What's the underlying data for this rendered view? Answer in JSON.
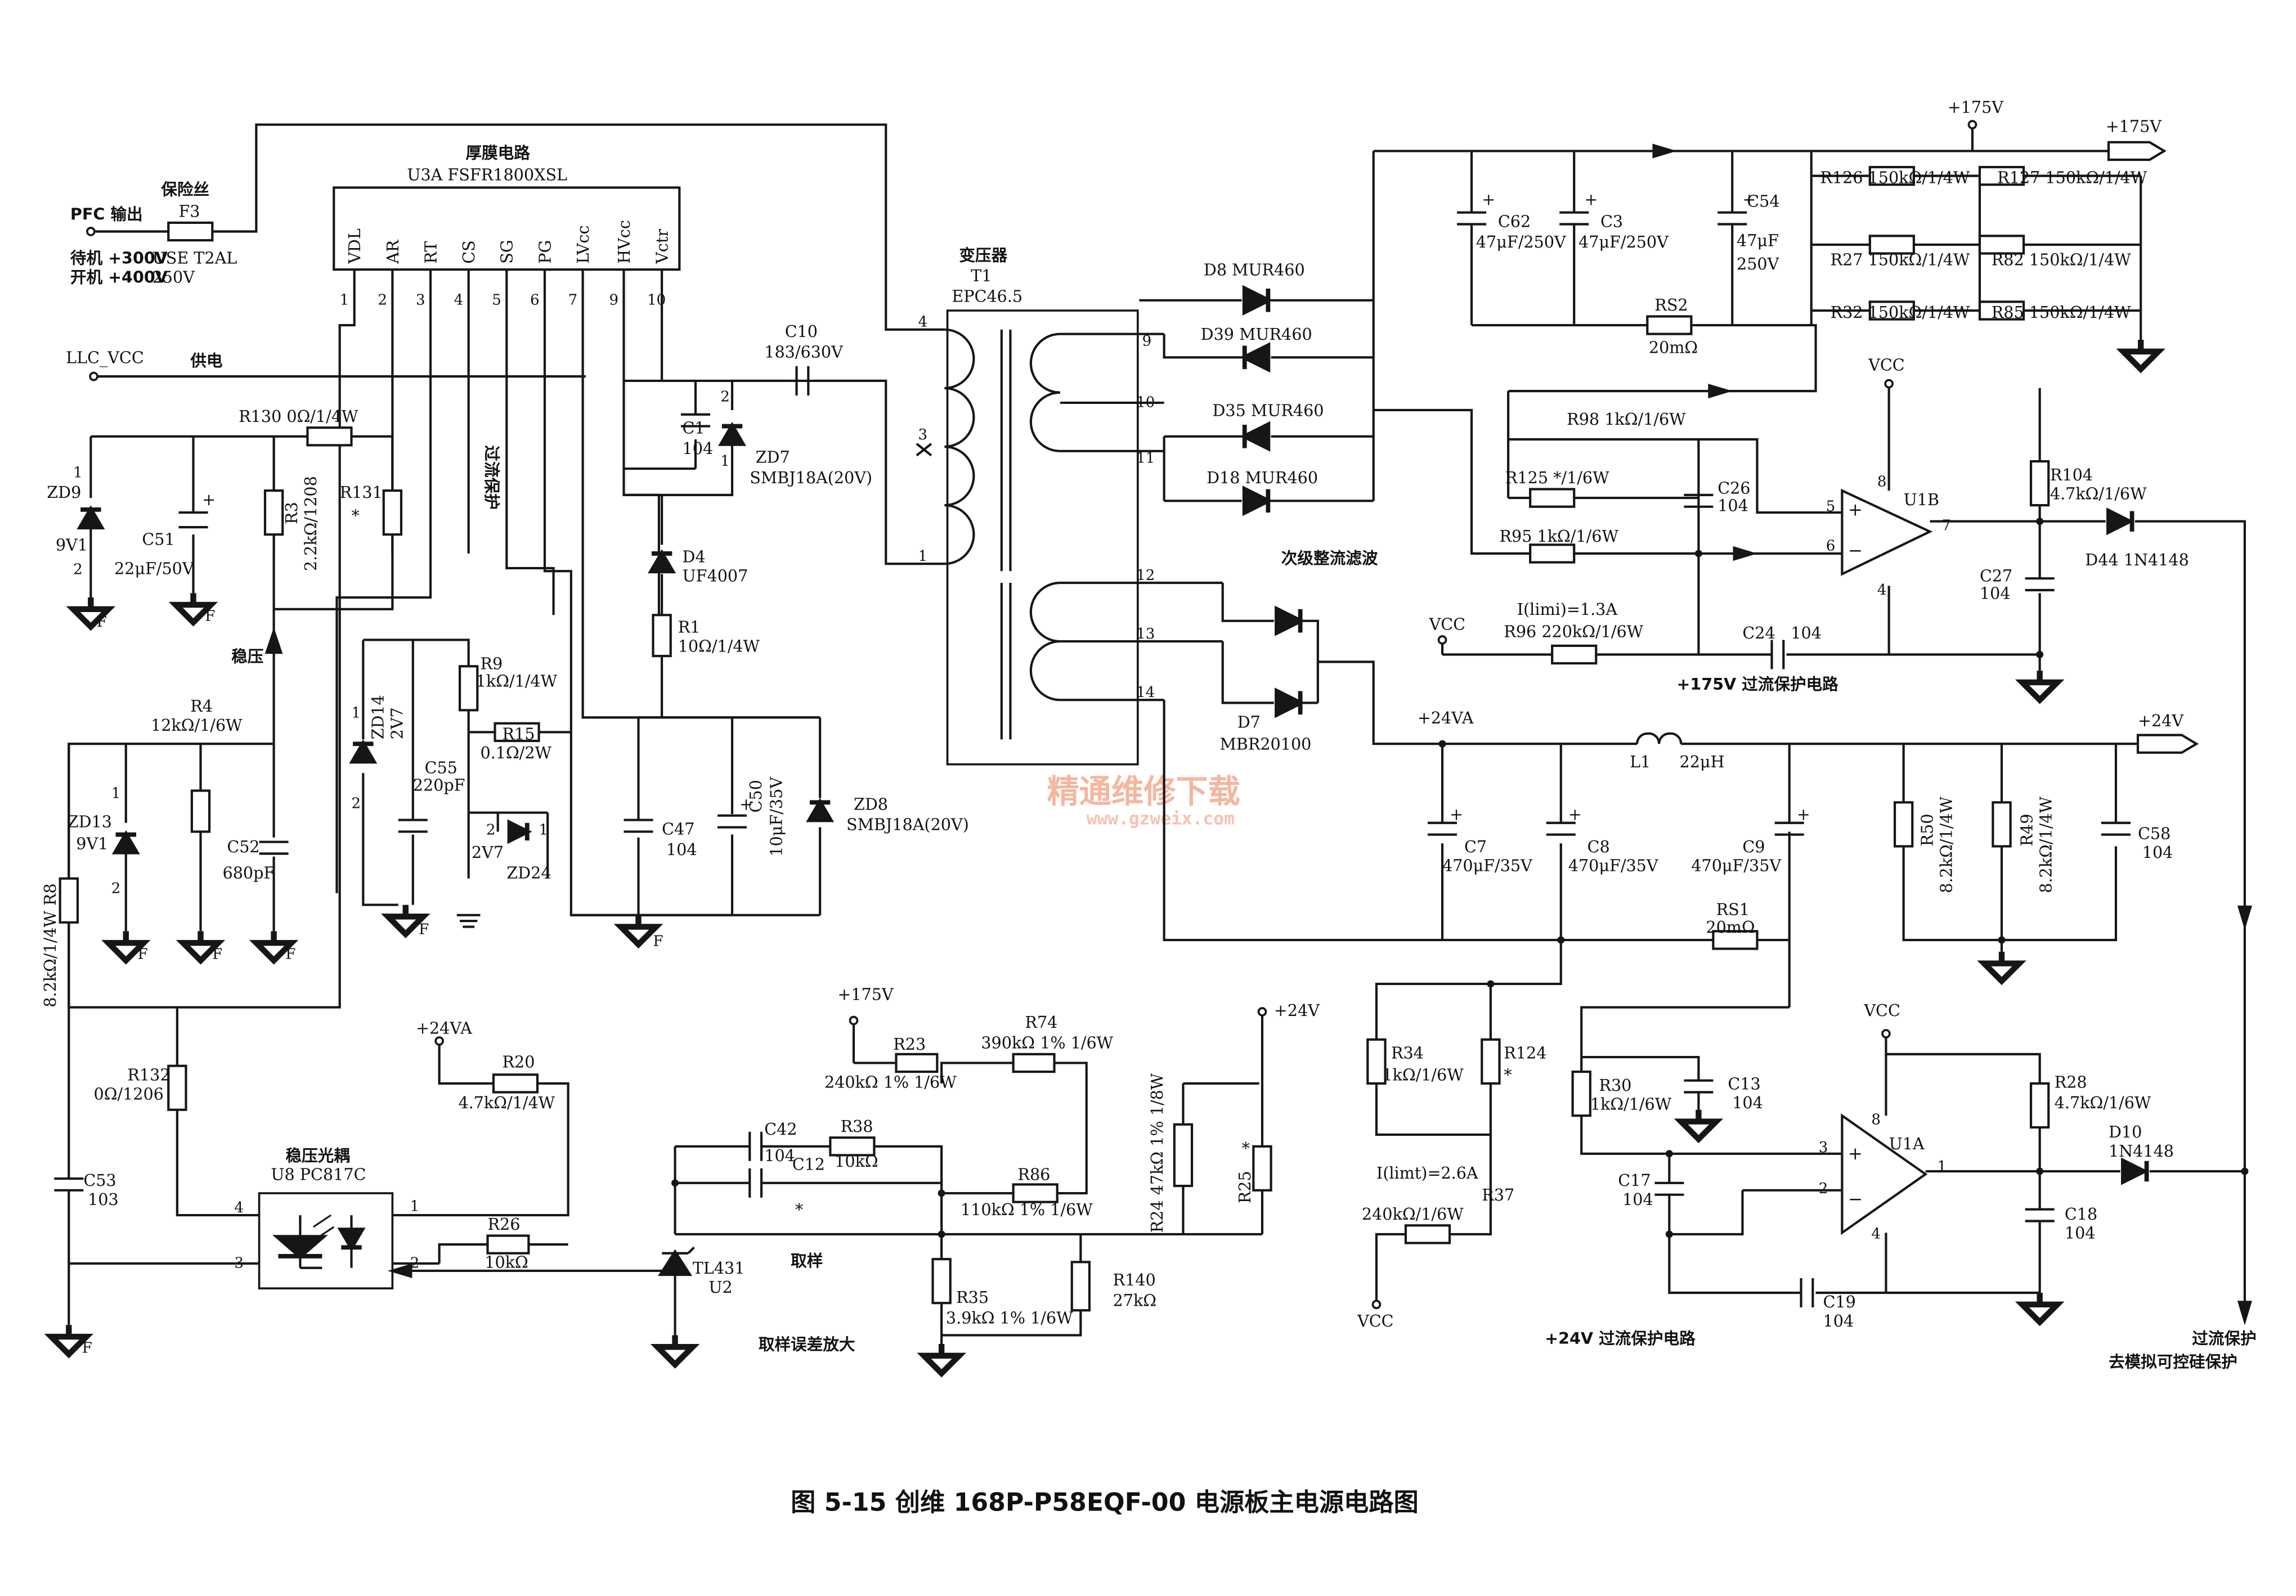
{
  "caption": "图 5-15   创维 168P-P58EQF-00 电源板主电源电路图",
  "watermark": {
    "line1": "精通维修下载",
    "line2": "www.gzweix.com"
  },
  "nets": {
    "pfc_out": "PFC 输出",
    "fuse_title": "保险丝",
    "fuse_ref": "F3",
    "fuse_type": "USE T2AL",
    "fuse_voltage": "250V",
    "standby_v": "待机 +300V",
    "on_v": "开机 +400V",
    "llc_vcc": "LLC_VCC",
    "supply": "供电",
    "v175_top": "+175V",
    "v175_out": "+175V",
    "v24_out": "+24V",
    "v24va_main": "+24VA",
    "v175_sample": "+175V",
    "v24_sample": "+24V",
    "v24va_opto": "+24VA",
    "vcc_u1b": "VCC",
    "vcc_r96": "VCC",
    "vcc_u1a": "VCC",
    "vcc_r37": "VCC",
    "f": "F"
  },
  "u3a": {
    "title": "厚膜电路",
    "name": "U3A   FSFR1800XSL",
    "pins": [
      {
        "name": "VDL",
        "num": "1"
      },
      {
        "name": "AR",
        "num": "2"
      },
      {
        "name": "RT",
        "num": "3"
      },
      {
        "name": "CS",
        "num": "4"
      },
      {
        "name": "SG",
        "num": "5"
      },
      {
        "name": "PG",
        "num": "6"
      },
      {
        "name": "LVcc",
        "num": "7"
      },
      {
        "name": "HVcc",
        "num": "9"
      },
      {
        "name": "Vctr",
        "num": "10"
      }
    ]
  },
  "transformer": {
    "title": "变压器",
    "ref": "T1",
    "type": "EPC46.5",
    "pins": [
      "4",
      "3",
      "1",
      "9",
      "10",
      "11",
      "12",
      "13",
      "14"
    ]
  },
  "left": {
    "r130": "R130   0Ω/1/4W",
    "zd9": "ZD9",
    "zd9_v": "9V1",
    "zd9_p1": "1",
    "zd9_p2": "2",
    "c51": "C51",
    "c51_v": "22μF/50V",
    "r3": "R3",
    "r3_v": "2.2kΩ/1208",
    "r131": "R131",
    "r131_star": "*",
    "overcurrent": "过流保护",
    "stabilize": "稳压",
    "r4": "R4",
    "r4_v": "12kΩ/1/6W",
    "zd13": "ZD13",
    "zd13_v": "9V1",
    "zd13_p1": "1",
    "zd13_p2": "2",
    "c52": "C52",
    "c52_v": "680pF",
    "r8": "8.2kΩ/1/4W  R8",
    "zd14": "ZD14",
    "zd14_v": "2V7",
    "zd14_p1": "1",
    "zd14_p2": "2",
    "c55": "C55",
    "c55_v": "220pF",
    "r9": "R9",
    "r9_v": "1kΩ/1/4W",
    "r15": "R15",
    "r15_v": "0.1Ω/2W",
    "zd24": "ZD24",
    "zd24_v": "2V7",
    "zd24_p1": "1",
    "zd24_p2": "2"
  },
  "mid": {
    "c1": "C1",
    "c1_v": "104",
    "zd7": "ZD7",
    "zd7_v": "SMBJ18A(20V)",
    "zd7_p1": "1",
    "zd7_p2": "2",
    "c10": "C10",
    "c10_v": "183/630V",
    "d4": "D4",
    "d4_v": "UF4007",
    "r1": "R1",
    "r1_v": "10Ω/1/4W",
    "c47": "C47",
    "c47_v": "104",
    "c50": "C50",
    "c50_v": "10μF/35V",
    "zd8": "ZD8",
    "zd8_v": "SMBJ18A(20V)"
  },
  "rect175": {
    "d8": "D8  MUR460",
    "d39": "D39  MUR460",
    "d35": "D35  MUR460",
    "d18": "D18  MUR460",
    "c62": "C62",
    "c62_v": "47μF/250V",
    "c3": "C3",
    "c3_v": "47μF/250V",
    "c54": "C54",
    "c54_v1": "47μF",
    "c54_v2": "250V",
    "rs2": "RS2",
    "rs2_v": "20mΩ",
    "r126": "R126  150kΩ/1/4W",
    "r127": "R127  150kΩ/1/4W",
    "r27": "R27  150kΩ/1/4W",
    "r82": "R82  150kΩ/1/4W",
    "r32": "R32  150kΩ/1/4W",
    "r85": "R85  150kΩ/1/4W",
    "secondary": "次级整流滤波"
  },
  "ocp175": {
    "r98": "R98  1kΩ/1/6W",
    "r125": "R125  */1/6W",
    "r95": "R95  1kΩ/1/6W",
    "c26": "C26",
    "c26_v": "104",
    "u1b": "U1B",
    "pin5": "5",
    "pin6": "6",
    "pin7": "7",
    "pin8": "8",
    "pin4": "4",
    "r104": "R104",
    "r104_v": "4.7kΩ/1/6W",
    "d44": "D44   1N4148",
    "c27": "C27",
    "c27_v": "104",
    "ilimi": "I(limi)=1.3A",
    "r96": "R96   220kΩ/1/6W",
    "c24": "C24",
    "c24_v": "104",
    "title": "+175V 过流保护电路"
  },
  "rect24": {
    "d7": "D7",
    "d7_v": "MBR20100",
    "l1": "L1",
    "l1_v": "22μH",
    "c7": "C7",
    "c7_v": "470μF/35V",
    "c8": "C8",
    "c8_v": "470μF/35V",
    "c9": "C9",
    "c9_v": "470μF/35V",
    "r50": "R50",
    "r50_v": "8.2kΩ/1/4W",
    "r49": "R49",
    "r49_v": "8.2kΩ/1/4W",
    "c58": "C58",
    "c58_v": "104",
    "rs1": "RS1",
    "rs1_v": "20mΩ"
  },
  "ocp24": {
    "r34": "R34",
    "r34_v": "1kΩ/1/6W",
    "r124": "R124",
    "r124_star": "*",
    "r30": "R30",
    "r30_v": "1kΩ/1/6W",
    "c13": "C13",
    "c13_v": "104",
    "u1a": "U1A",
    "pin3": "3",
    "pin2": "2",
    "pin1": "1",
    "pin8": "8",
    "pin4": "4",
    "r28": "R28",
    "r28_v": "4.7kΩ/1/6W",
    "d10": "D10",
    "d10_v": "1N4148",
    "c18": "C18",
    "c18_v": "104",
    "c17": "C17",
    "c17_v": "104",
    "c19": "C19",
    "c19_v": "104",
    "ilimt": "I(limt)=2.6A",
    "r37": "R37",
    "r37_v": "240kΩ/1/6W",
    "title": "+24V 过流保护电路",
    "out1": "过流保护",
    "out2": "去模拟可控硅保护"
  },
  "feedback": {
    "r132": "R132",
    "r132_v": "0Ω/1206",
    "c53": "C53",
    "c53_v": "103",
    "opto_title": "稳压光耦",
    "u8": "U8     PC817C",
    "p4": "4",
    "p3": "3",
    "p1": "1",
    "p2": "2",
    "r20": "R20",
    "r20_v": "4.7kΩ/1/4W",
    "r26": "R26",
    "r26_v": "10kΩ",
    "c42": "C42",
    "c42_v": "104",
    "r38": "R38",
    "r38_v": "10kΩ",
    "c12": "C12",
    "c12_star": "*",
    "tl431": "TL431",
    "u2": "U2",
    "sample": "取样",
    "r23": "R23",
    "r23_v": "240kΩ  1%  1/6W",
    "r74": "R74",
    "r74_v": "390kΩ  1%  1/6W",
    "r86": "R86",
    "r86_v": "110kΩ  1%  1/6W",
    "r35": "R35",
    "r35_v": "3.9kΩ  1%  1/6W",
    "r140": "R140",
    "r140_v": "27kΩ",
    "r24": "R24  47kΩ  1%  1/8W",
    "r25": "R25",
    "r25_star": "*",
    "amp": "取样误差放大"
  }
}
